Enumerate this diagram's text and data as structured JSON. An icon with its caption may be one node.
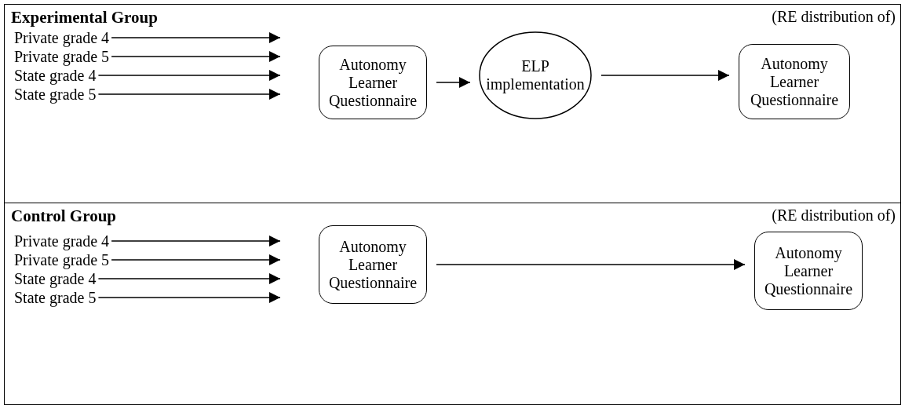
{
  "diagram": {
    "nodes": [
      {
        "text": [
          "Experimental Group",
          "(RE distribution of)"
        ]
      },
      {
        "text": [
          "Private grade 4"
        ],
        "in": 0
      },
      {
        "text": [
          "Private grade 5"
        ],
        "in": 0
      },
      {
        "text": [
          "State grade 4"
        ],
        "in": 0
      },
      {
        "text": [
          "State grade 5"
        ],
        "in": 0
      },
      {
        "text": [
          "Autonomy Learner Questionnaire"
        ],
        "in": 0
      },
      {
        "text": [
          "ELP implementation"
        ],
        "in": 0
      },
      {
        "text": [
          "Autonomy Learner Questionnaire"
        ],
        "in": 0
      },
      {
        "text": [
          "Control Group",
          "(RE distribution of)"
        ]
      },
      {
        "text": [
          "Private grade 4"
        ],
        "in": 8
      },
      {
        "text": [
          "Private grade 5"
        ],
        "in": 8
      },
      {
        "text": [
          "State grade 4"
        ],
        "in": 8
      },
      {
        "text": [
          "State grade 5"
        ],
        "in": 8
      },
      {
        "text": [
          "Autonomy Learner Questionnaire"
        ],
        "in": 8
      },
      {
        "text": [
          "Autonomy Learner Questionnaire"
        ],
        "in": 8
      }
    ],
    "edges": [
      {
        "from": 1,
        "to": null,
        "arrow": "to"
      },
      {
        "from": 2,
        "to": null,
        "arrow": "to"
      },
      {
        "from": 3,
        "to": null,
        "arrow": "to"
      },
      {
        "from": 4,
        "to": null,
        "arrow": "to"
      },
      {
        "from": 5,
        "to": 6,
        "arrow": "to"
      },
      {
        "from": 6,
        "to": 7,
        "arrow": "to"
      },
      {
        "from": 9,
        "to": null,
        "arrow": "to"
      },
      {
        "from": 10,
        "to": null,
        "arrow": "to"
      },
      {
        "from": 11,
        "to": null,
        "arrow": "to"
      },
      {
        "from": 12,
        "to": null,
        "arrow": "to"
      },
      {
        "from": 13,
        "to": 14,
        "arrow": "to"
      }
    ]
  }
}
